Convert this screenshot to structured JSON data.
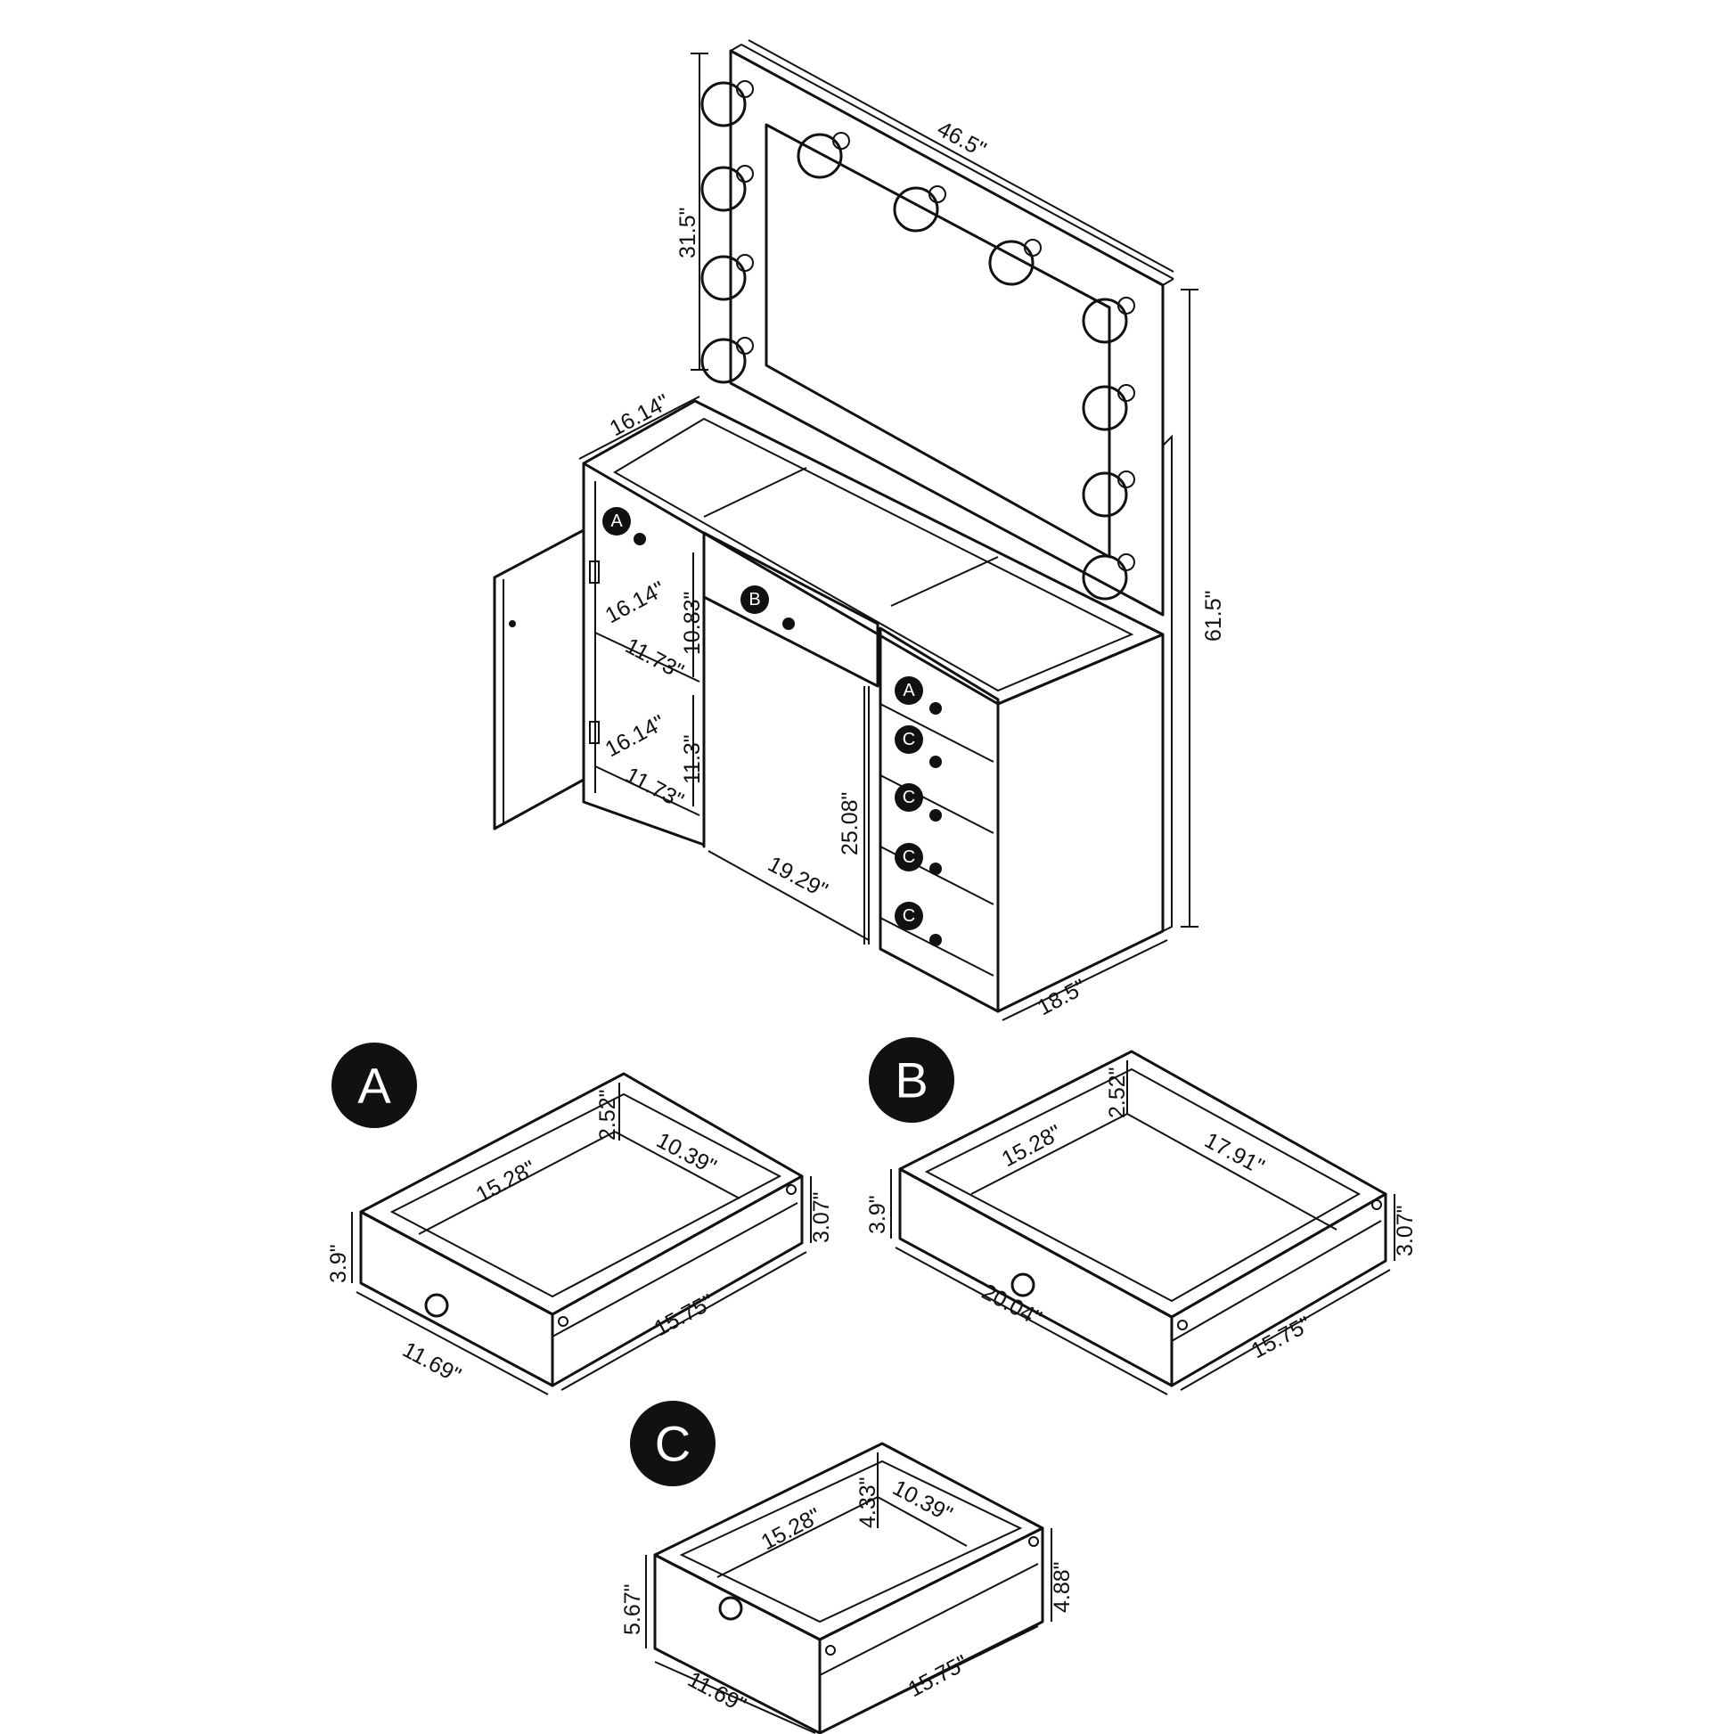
{
  "mirror": {
    "width": "46.5\"",
    "height": "31.5\""
  },
  "vanity": {
    "total_height": "61.5\"",
    "depth": "16.14\"",
    "side_depth": "18.5\"",
    "knee_width": "19.29\"",
    "knee_height": "25.08\""
  },
  "cabinet": {
    "upper_depth": "16.14\"",
    "upper_width": "11.73\"",
    "upper_height": "10.83\"",
    "lower_depth": "16.14\"",
    "lower_width": "11.73\"",
    "lower_height": "11.3\""
  },
  "labels": {
    "a": "A",
    "b": "B",
    "c": "C"
  },
  "drawer_a": {
    "inner_depth": "15.28\"",
    "inner_width": "10.39\"",
    "inner_height": "2.52\"",
    "front_height": "3.9\"",
    "side_height": "3.07\"",
    "front_width": "11.69\"",
    "side_length": "15.75\""
  },
  "drawer_b": {
    "inner_depth": "15.28\"",
    "inner_width": "17.91\"",
    "inner_height": "2.52\"",
    "front_height": "3.9\"",
    "side_height": "3.07\"",
    "front_width": "20.04\"",
    "side_length": "15.75\""
  },
  "drawer_c": {
    "inner_depth": "15.28\"",
    "inner_width": "10.39\"",
    "inner_height": "4.33\"",
    "front_height": "5.67\"",
    "side_height": "4.88\"",
    "front_width": "11.69\"",
    "side_length": "15.75\""
  }
}
